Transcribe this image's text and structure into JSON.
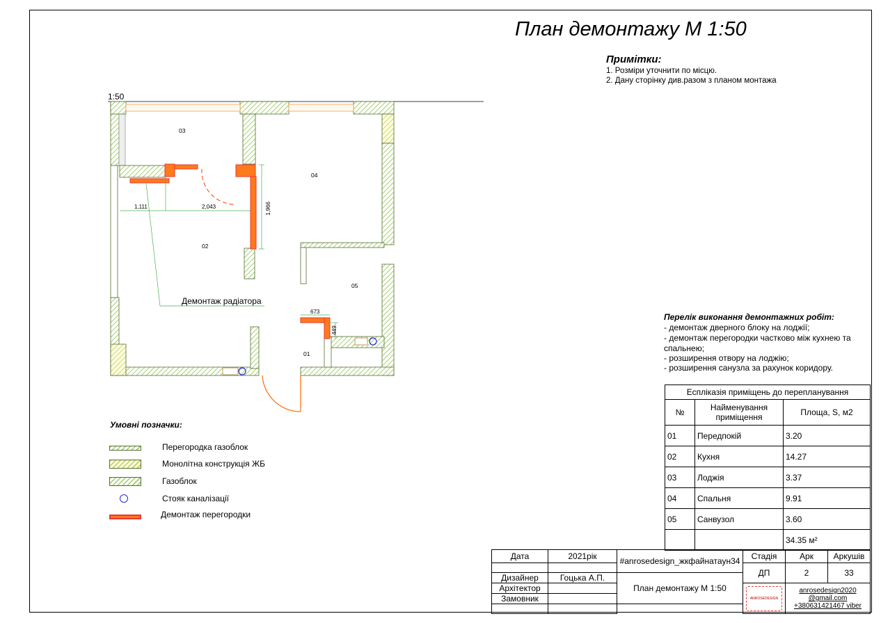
{
  "title": "План демонтажу М 1:50",
  "scale_label": "1:50",
  "notes": {
    "heading": "Примітки:",
    "items": [
      "1. Розміри уточнити по місцю.",
      "2. Дану сторінку див.разом з планом монтажа"
    ]
  },
  "rooms": [
    "03",
    "04",
    "02",
    "05",
    "01"
  ],
  "dimensions": [
    "1,111",
    "2,043",
    "1,966",
    "673",
    "449"
  ],
  "callout": "Демонтаж радіатора",
  "works": {
    "heading": "Перелік виконання демонтажних робіт:",
    "items": [
      "- демонтаж дверного блоку на лоджії;",
      "- демонтаж перегородки частково між кухнею та",
      "спальнею;",
      "- розширення отвору на лоджію;",
      "- розширення санузла за рахунок коридору."
    ]
  },
  "legend": {
    "heading": "Умовні позначки:",
    "items": [
      "Перегородка газоблок",
      "Монолітна конструкція ЖБ",
      "Газоблок",
      "Стояк каналізації",
      "Демонтаж перегородки"
    ]
  },
  "explication": {
    "caption": "Еспліказія приміщень до перепланування",
    "headers": [
      "№",
      "Найменування приміщення",
      "Площа, S, м2"
    ],
    "rows": [
      [
        "01",
        "Передпокій",
        "3.20"
      ],
      [
        "02",
        "Кухня",
        "14.27"
      ],
      [
        "03",
        "Лоджія",
        "3.37"
      ],
      [
        "04",
        "Спальня",
        "9.91"
      ],
      [
        "05",
        "Санвузол",
        "3.60"
      ]
    ],
    "total": "34.35 м²"
  },
  "title_block": {
    "date_label": "Дата",
    "date_value": "2021рік",
    "project": "#anrosedesign_жкфайнатаун34",
    "stage_label": "Стадія",
    "stage_value": "ДП",
    "sheet_label": "Арк",
    "sheet_value": "2",
    "sheets_label": "Аркушів",
    "sheets_value": "33",
    "designer_label": "Дизайнер",
    "designer_value": "Гоцька А.П.",
    "architect_label": "Архітектор",
    "customer_label": "Замовник",
    "sheet_title": "План демонтажу М 1:50",
    "logo_text": "ANROSEDESIGN",
    "contact_1": "anrosedesign2020",
    "contact_2": "@gmail.com",
    "contact_3": "+380631421467 viber"
  },
  "colors": {
    "wall_hatch": "#9ccc65",
    "demolition": "#ff7a1a",
    "demolition_edge": "#e53935",
    "riser": "#2a2acf",
    "door_arc": "#ff6a00"
  }
}
